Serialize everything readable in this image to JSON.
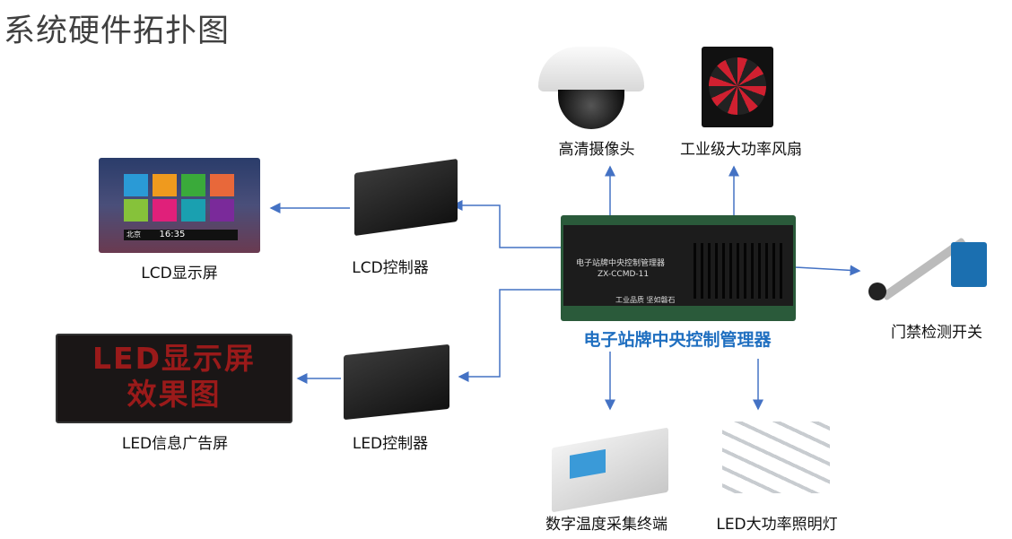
{
  "title": "系统硬件拓扑图",
  "center": {
    "label": "电子站牌中央控制管理器",
    "panel_title": "电子站牌中央控制管理器",
    "model": "ZX-CCMD-11",
    "slogan": "工业品质 坚如磐石"
  },
  "nodes": {
    "lcd_screen": "LCD显示屏",
    "lcd_controller": "LCD控制器",
    "led_screen": "LED信息广告屏",
    "led_controller": "LED控制器",
    "camera": "高清摄像头",
    "fan": "工业级大功率风扇",
    "door_switch": "门禁检测开关",
    "temp_collector": "数字温度采集终端",
    "led_light": "LED大功率照明灯"
  },
  "lcd_display": {
    "city": "北京",
    "time": "16:35"
  },
  "led_display": {
    "line1": "LED显示屏",
    "line2": "效果图"
  },
  "colors": {
    "arrow": "#4472c4",
    "accent": "#1f6fc0"
  }
}
